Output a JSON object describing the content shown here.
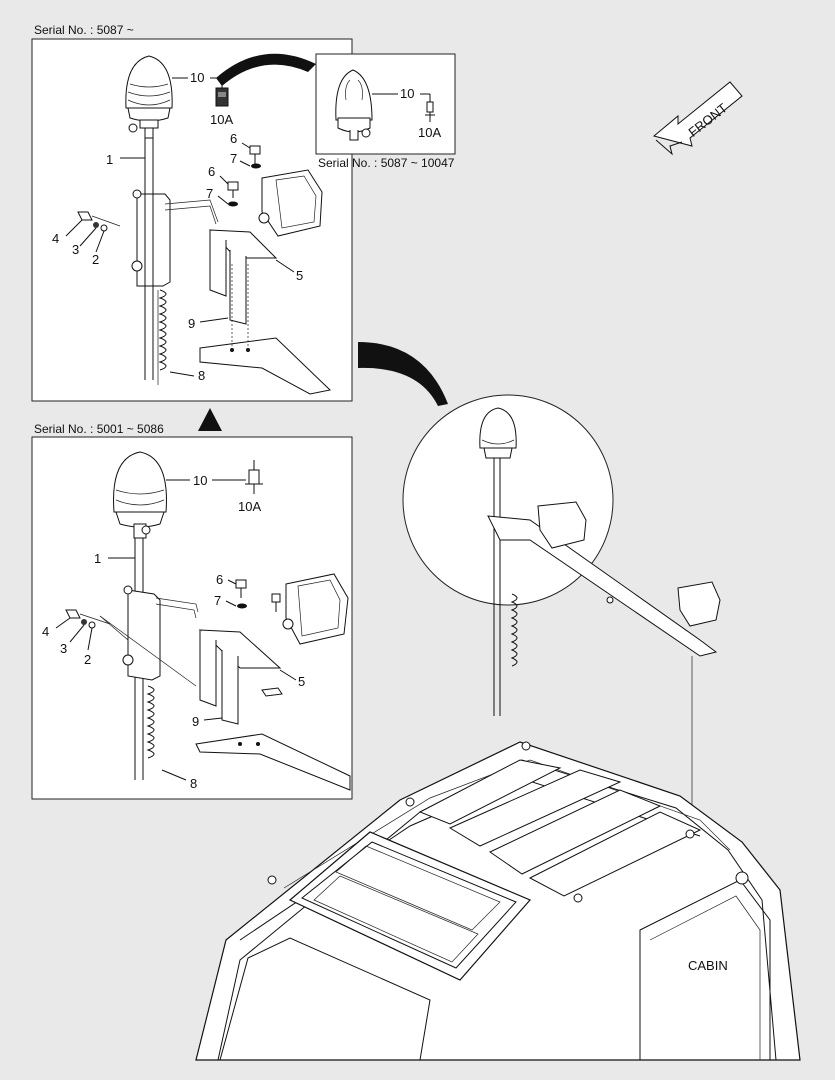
{
  "panel_top": {
    "serial_label": "Serial No. : 5087 ~",
    "inset_serial_label": "Serial No. : 5087 ~ 10047",
    "callouts": [
      "1",
      "2",
      "3",
      "4",
      "5",
      "6",
      "7",
      "6",
      "7",
      "8",
      "9",
      "10",
      "10A",
      "10",
      "10A"
    ]
  },
  "panel_bottom": {
    "serial_label": "Serial No. : 5001 ~ 5086",
    "callouts": [
      "1",
      "2",
      "3",
      "4",
      "5",
      "6",
      "7",
      "8",
      "9",
      "10",
      "10A"
    ]
  },
  "direction_label": "FRONT",
  "cabin_label": "CABIN"
}
